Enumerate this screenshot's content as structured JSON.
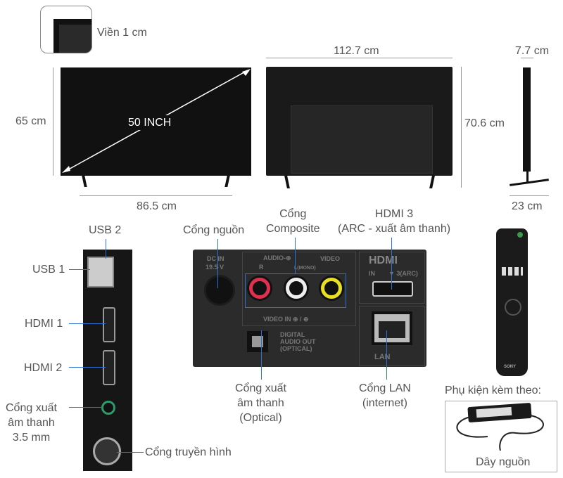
{
  "bezel": {
    "label": "Viền 1 cm"
  },
  "front": {
    "diagonal": "50 INCH",
    "height": "65 cm",
    "width": "86.5 cm"
  },
  "back": {
    "width": "112.7 cm",
    "height": "70.6 cm"
  },
  "side": {
    "depth": "7.7 cm",
    "stand_depth": "23 cm"
  },
  "side_ports": {
    "usb2": "USB 2",
    "usb1": "USB 1",
    "hdmi1": "HDMI 1",
    "hdmi2": "HDMI 2",
    "audio35": "Cổng xuất\nâm thanh\n3.5 mm",
    "antenna": "Cổng truyền hình"
  },
  "rear_ports": {
    "power": "Cổng nguồn",
    "composite": "Cổng\nComposite",
    "hdmi3": "HDMI 3\n(ARC - xuất âm thanh)",
    "optical": "Cổng xuất\nâm thanh\n(Optical)",
    "lan": "Cổng LAN\n(internet)"
  },
  "panel_text": {
    "dc_in": "DC IN",
    "voltage": "19.5 V",
    "audio": "AUDIO-⊕",
    "r": "R",
    "l": "L(MONO)",
    "video": "VIDEO",
    "video_in": "VIDEO IN ⊕ / ⊕",
    "digital": "DIGITAL\nAUDIO OUT\n(OPTICAL)",
    "hdmi_logo": "HDMI",
    "hdmi_in": "IN",
    "hdmi_arc": "▼ 3(ARC)",
    "lan": "LAN"
  },
  "accessories": {
    "title": "Phụ kiện kèm theo:",
    "power_cable": "Dây nguồn"
  },
  "remote": {
    "brand": "SONY"
  },
  "colors": {
    "callout": "#2a73d4",
    "rca_red": "#e03050",
    "rca_white": "#eeeeee",
    "rca_yellow": "#e8e020"
  }
}
